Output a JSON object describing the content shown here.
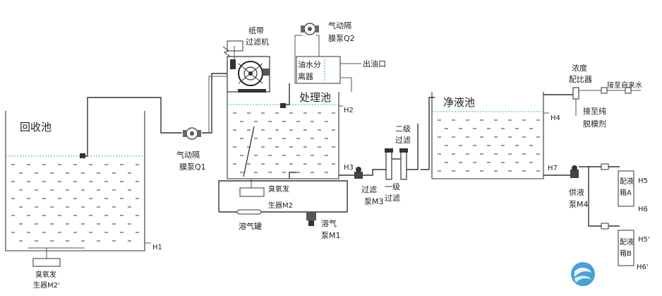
{
  "labels": {
    "recycle_tank": "回收池",
    "treat_tank": "处理池",
    "clean_tank": "净液池",
    "pump_q1_l1": "气动隔",
    "pump_q1_l2": "膜泵Q1",
    "pump_q2_l1": "气动隔",
    "pump_q2_l2": "膜泵Q2",
    "paper_filter_l1": "纸带",
    "paper_filter_l2": "过滤机",
    "separator_l1": "油水分",
    "separator_l2": "离器",
    "oil_outlet": "出油口",
    "ozone_m2p_l1": "臭氧发",
    "ozone_m2p_l2": "生器M2'",
    "ozone_m2_l1": "臭氧发",
    "ozone_m2_l2": "生器M2",
    "dissolve_tank": "溶气罐",
    "dissolve_pump_l1": "溶气",
    "dissolve_pump_l2": "泵M1",
    "filter_pump_l1": "过滤",
    "filter_pump_l2": "泵M3",
    "stage1_l1": "一级",
    "stage1_l2": "过滤",
    "stage2_l1": "二级",
    "stage2_l2": "过滤",
    "ratio_l1": "浓度",
    "ratio_l2": "配比器",
    "tap_water": "接至自来水",
    "release_l1": "接至纯",
    "release_l2": "脱模剂",
    "supply_l1": "供液",
    "supply_l2": "泵M4",
    "tank_a_l1": "配液",
    "tank_a_l2": "箱A",
    "tank_b_l1": "配液",
    "tank_b_l2": "箱B"
  },
  "levels": {
    "h1": "H1",
    "h2": "H2",
    "h3": "H3",
    "h4": "H4",
    "h5": "H5",
    "h6": "H6",
    "h5p": "H5'",
    "h6p": "H6'",
    "h7": "H7"
  },
  "colors": {
    "water_line": "#2fb3c6",
    "line": "#333333",
    "logo": "#2a8fd0"
  },
  "icons": [
    "pump-icon",
    "filter-machine-icon",
    "logo-icon"
  ]
}
